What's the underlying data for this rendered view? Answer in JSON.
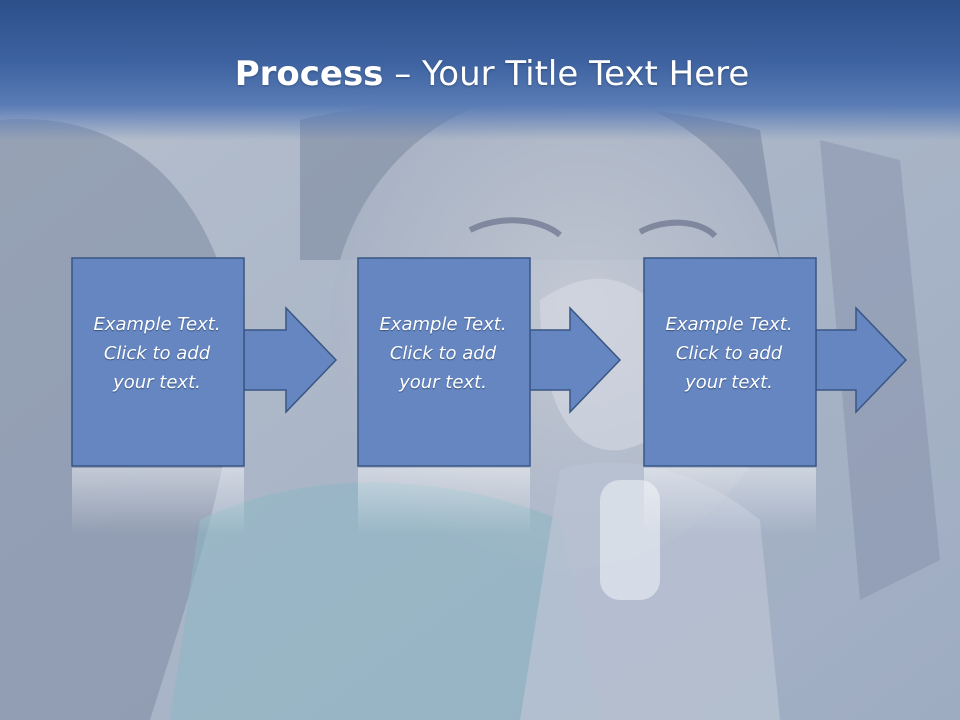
{
  "slide": {
    "title_bold": "Process",
    "title_rest": " – Your Title Text Here"
  },
  "steps": [
    {
      "line1": "Example Text.",
      "line2": "Click  to add",
      "line3": "your text."
    },
    {
      "line1": "Example Text.",
      "line2": "Click  to add",
      "line3": "your text."
    },
    {
      "line1": "Example Text.",
      "line2": "Click  to add",
      "line3": "your text."
    }
  ],
  "colors": {
    "title_bar": "#3e63a0",
    "box_fill": "#6586c0",
    "box_border": "#3a5684",
    "title_text": "#ffffff"
  }
}
